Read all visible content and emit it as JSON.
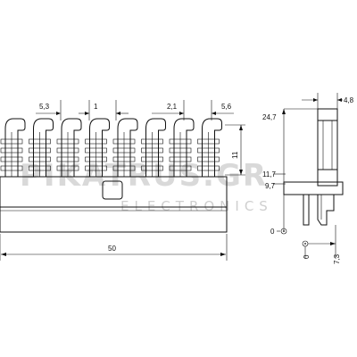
{
  "watermark": {
    "brand": "PIKATRUS.GR",
    "tagline": "ELECTRONICS"
  },
  "front_view": {
    "dims": {
      "pitch_a": "5,3",
      "pitch_b": "1",
      "pitch_c": "2,1",
      "pitch_d": "5,6",
      "height": "11",
      "length": "50"
    }
  },
  "side_view": {
    "dims": {
      "top_width": "4,8",
      "h_total": "24,7",
      "h_mid": "11,7",
      "h_low": "9,7",
      "origin": "0",
      "x_origin": "0",
      "x_pin": "7,3"
    }
  },
  "colors": {
    "line": "#111111",
    "watermark": "#d9d9d9"
  }
}
